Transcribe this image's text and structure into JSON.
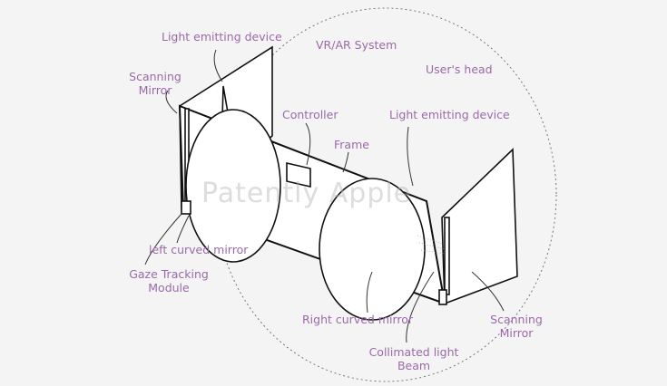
{
  "diagram": {
    "title": "VR/AR System",
    "labels": {
      "light_emitting_device_left": "Light emitting device",
      "vr_ar_system": "VR/AR System",
      "users_head": "User's head",
      "scanning_mirror_left_1": "Scanning",
      "scanning_mirror_left_2": "Mirror",
      "controller": "Controller",
      "light_emitting_device_right": "Light emitting device",
      "frame": "Frame",
      "left_curved_mirror": "left curved mirror",
      "gaze_tracking_1": "Gaze Tracking",
      "gaze_tracking_2": "Module",
      "right_curved_mirror": "Right curved mirror",
      "collimated_1": "Collimated light",
      "collimated_2": "Beam",
      "scanning_mirror_right_1": "Scanning",
      "scanning_mirror_right_2": "Mirror"
    },
    "watermark": "Patently Apple",
    "colors": {
      "label": "#9a6aa8",
      "line": "#111111"
    }
  }
}
